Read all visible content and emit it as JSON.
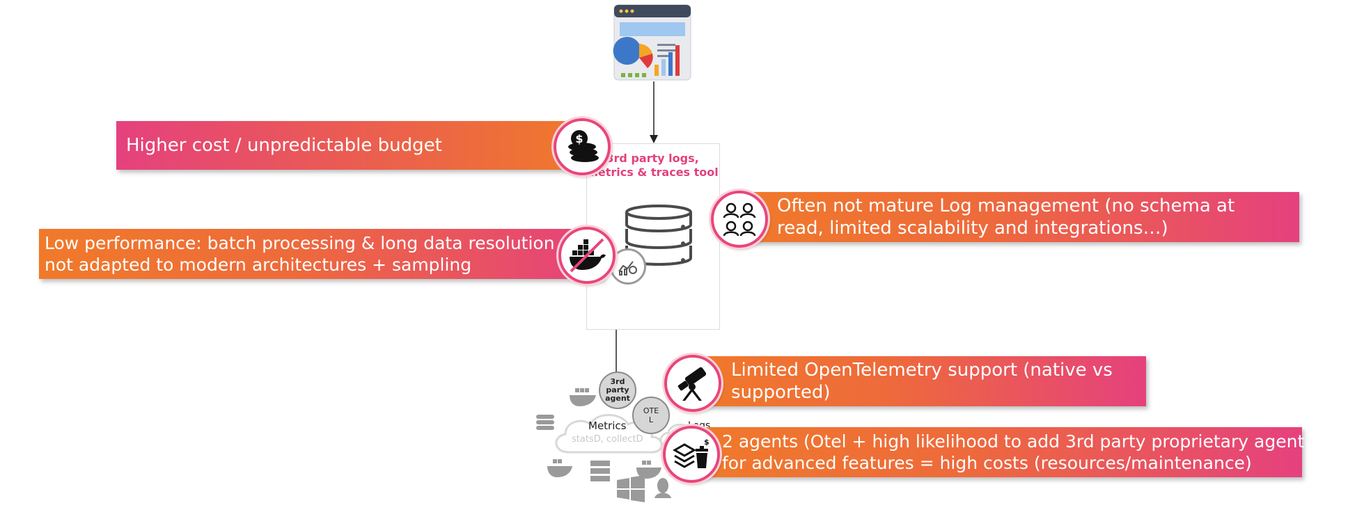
{
  "colors": {
    "pink": "#e5417e",
    "orange": "#f07a2a",
    "tool_title": "#e2417c"
  },
  "tool": {
    "title": "3rd party logs, metrics & traces tool"
  },
  "agents": {
    "third_party": "3rd party agent",
    "otel": "OTE L"
  },
  "cloud": {
    "metrics_label": "Metrics",
    "metrics_sub": "statsD, collectD",
    "logs_label": "Logs"
  },
  "banners": {
    "cost": {
      "text": "Higher cost / unpredictable budget",
      "icon": "coins-dollar-icon"
    },
    "performance": {
      "line1": "Low performance: batch processing & long data resolution",
      "line2": "not adapted to modern architectures + sampling",
      "icon": "no-docker-icon"
    },
    "logs": {
      "line1": "Often not mature Log management (no schema at",
      "line2": "read, limited scalability and integrations…)",
      "icon": "team-icon"
    },
    "otel": {
      "line1": "Limited OpenTelemetry support (native vs",
      "line2": "supported)",
      "icon": "telescope-icon"
    },
    "agents": {
      "line1": "2 agents (Otel + high likelihood to add 3rd party proprietary agent",
      "line2": "for advanced features = high costs (resources/maintenance)",
      "icon": "stack-trash-icon"
    }
  }
}
